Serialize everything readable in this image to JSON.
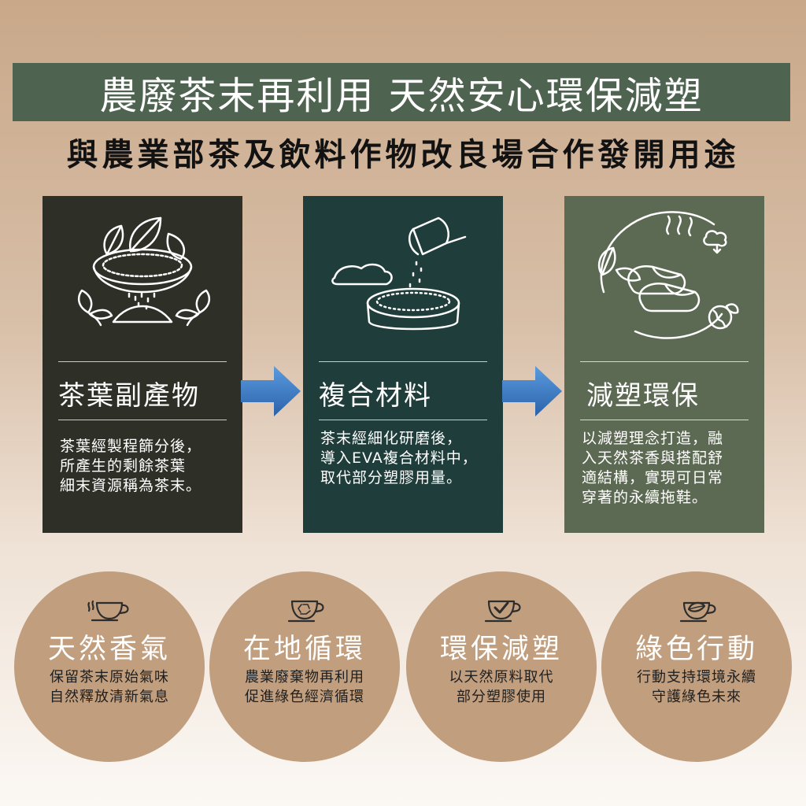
{
  "header": {
    "title": "農廢茶末再利用 天然安心環保減塑",
    "subtitle": "與農業部茶及飲料作物改良場合作發開用途"
  },
  "steps": [
    {
      "title": "茶葉副產物",
      "lines": [
        "茶葉經製程篩分後，",
        "所產生的剩餘茶葉",
        "細末資源稱為茶末。"
      ],
      "color": "#2e2f27",
      "icon": "tea-sieve-icon"
    },
    {
      "title": "複合材料",
      "lines": [
        "茶末經細化研磨後，",
        "導入EVA複合材料中，",
        "取代部分塑膠用量。"
      ],
      "color": "#1f3d3a",
      "icon": "powder-bowl-icon"
    },
    {
      "title": "減塑環保",
      "lines": [
        "以減塑理念打造，融",
        "入天然茶香與搭配舒",
        "適結構，實現可日常",
        "穿著的永續拖鞋。"
      ],
      "color": "#5d6a53",
      "icon": "slippers-icon"
    }
  ],
  "arrow_color": "#3a78c2",
  "features": [
    {
      "title": "天然香氣",
      "lines": [
        "保留茶末原始氣味",
        "自然釋放清新氣息"
      ],
      "icon": "steaming-cup-icon"
    },
    {
      "title": "在地循環",
      "lines": [
        "農業廢棄物再利用",
        "促進綠色經濟循環"
      ],
      "icon": "recycle-cup-icon"
    },
    {
      "title": "環保減塑",
      "lines": [
        "以天然原料取代",
        "部分塑膠使用"
      ],
      "icon": "check-cup-icon"
    },
    {
      "title": "綠色行動",
      "lines": [
        "行動支持環境永續",
        "守護綠色未來"
      ],
      "icon": "leaf-cup-icon"
    }
  ],
  "circle_color": "#c09e7e"
}
